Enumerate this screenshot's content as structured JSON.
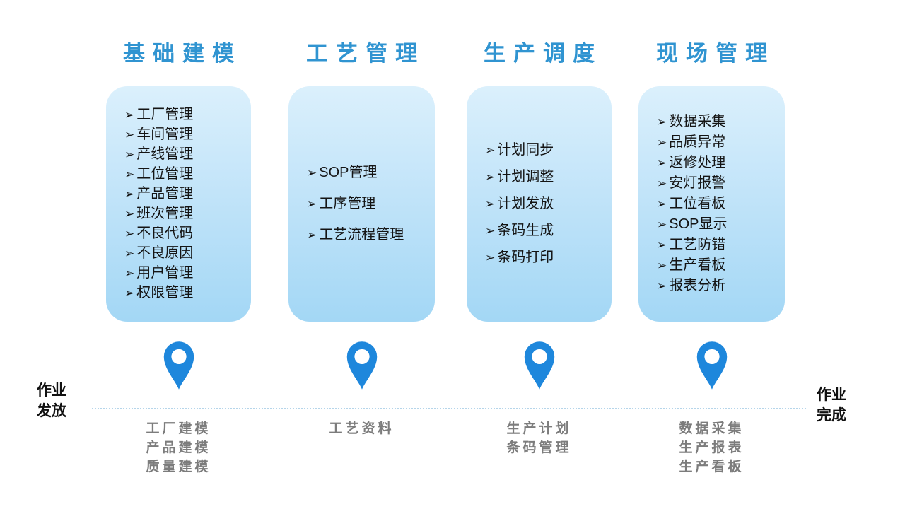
{
  "bullet": "➢",
  "columns": [
    {
      "title": "基础建模",
      "items": [
        "工厂管理",
        "车间管理",
        "产线管理",
        "工位管理",
        "产品管理",
        "班次管理",
        "不良代码",
        "不良原因",
        "用户管理",
        "权限管理"
      ],
      "outputs": [
        "工厂建模",
        "产品建模",
        "质量建模"
      ]
    },
    {
      "title": "工艺管理",
      "items": [
        "SOP管理",
        "工序管理",
        "工艺流程管理"
      ],
      "outputs": [
        "工艺资料"
      ]
    },
    {
      "title": "生产调度",
      "items": [
        "计划同步",
        "计划调整",
        "计划发放",
        "条码生成",
        "条码打印"
      ],
      "outputs": [
        "生产计划",
        "条码管理"
      ]
    },
    {
      "title": "现场管理",
      "items": [
        "数据采集",
        "品质异常",
        "返修处理",
        "安灯报警",
        "工位看板",
        "SOP显示",
        "工艺防错",
        "生产看板",
        "报表分析"
      ],
      "outputs": [
        "数据采集",
        "生产报表",
        "生产看板"
      ]
    }
  ],
  "timeline": {
    "left_label": "作业\n发放",
    "right_label": "作业\n完成"
  },
  "colors": {
    "title_blue": "#3094d1",
    "box_gradient_top": "#dbf0fc",
    "box_gradient_bottom": "#a3d7f5",
    "pin_blue": "#1e87dc",
    "output_gray": "#7c7c7c",
    "dotted_line": "#b5d5ea"
  }
}
